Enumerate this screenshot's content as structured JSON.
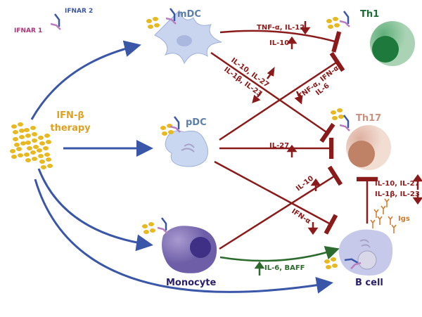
{
  "legend": {
    "receptor_1": "IFNAR 1",
    "receptor_2": "IFNAR 2"
  },
  "therapy": {
    "line1": "IFN-β",
    "line2": "therapy"
  },
  "cells": {
    "mdc": "mDC",
    "pdc": "pDC",
    "monocyte": "Monocyte",
    "th1": "Th1",
    "th17": "Th17",
    "bcell": "B cell"
  },
  "edges": {
    "mdc_th1_a": "TNF-α, IL-12",
    "mdc_th1_b": "IL-10",
    "mdc_th17_a": "IL-10, IL-27",
    "mdc_th17_b": "IL-1β, IL-23",
    "pdc_th1_a": "TNF-α, IFN-α,",
    "pdc_th1_b": "IL-6",
    "pdc_th17": "IL-27",
    "mono_th17": "IL-10",
    "pdc_bcell": "IFN-α",
    "mono_bcell": "IL-6, BAFF",
    "bcell_th17_a": "IL-10, IL-27",
    "bcell_th17_b": "IL-1β, IL-23",
    "igs": "Igs"
  },
  "colors": {
    "blue_arrow": "#3a56a8",
    "inhibit": "#8b1a1a",
    "stimulate": "#2d6a2d",
    "ifn": "#e8b820",
    "th1": "#1e7a3c",
    "th17": "#c9917f",
    "dc": "#c9d4ee",
    "monocyte": "#7c6bb0",
    "bcell": "#c7c9ea"
  }
}
